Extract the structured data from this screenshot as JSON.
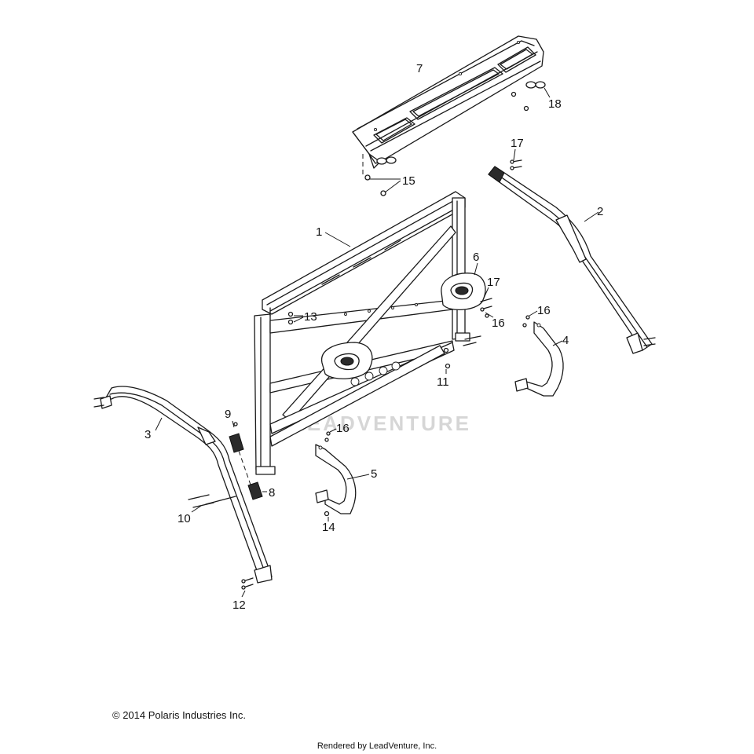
{
  "diagram": {
    "watermark": "LEADVENTURE",
    "callouts": [
      {
        "id": "1",
        "label": "1"
      },
      {
        "id": "2",
        "label": "2"
      },
      {
        "id": "3",
        "label": "3"
      },
      {
        "id": "4",
        "label": "4"
      },
      {
        "id": "5",
        "label": "5"
      },
      {
        "id": "6",
        "label": "6"
      },
      {
        "id": "7",
        "label": "7"
      },
      {
        "id": "8",
        "label": "8"
      },
      {
        "id": "9",
        "label": "9"
      },
      {
        "id": "10",
        "label": "10"
      },
      {
        "id": "11",
        "label": "11"
      },
      {
        "id": "12",
        "label": "12"
      },
      {
        "id": "13",
        "label": "13"
      },
      {
        "id": "14",
        "label": "14"
      },
      {
        "id": "15",
        "label": "15"
      },
      {
        "id": "16a",
        "label": "16"
      },
      {
        "id": "16b",
        "label": "16"
      },
      {
        "id": "16c",
        "label": "16"
      },
      {
        "id": "17a",
        "label": "17"
      },
      {
        "id": "17b",
        "label": "17"
      },
      {
        "id": "18",
        "label": "18"
      }
    ]
  },
  "footer": {
    "copyright": "© 2014 Polaris Industries Inc.",
    "rendered_by": "Rendered by LeadVenture, Inc."
  }
}
